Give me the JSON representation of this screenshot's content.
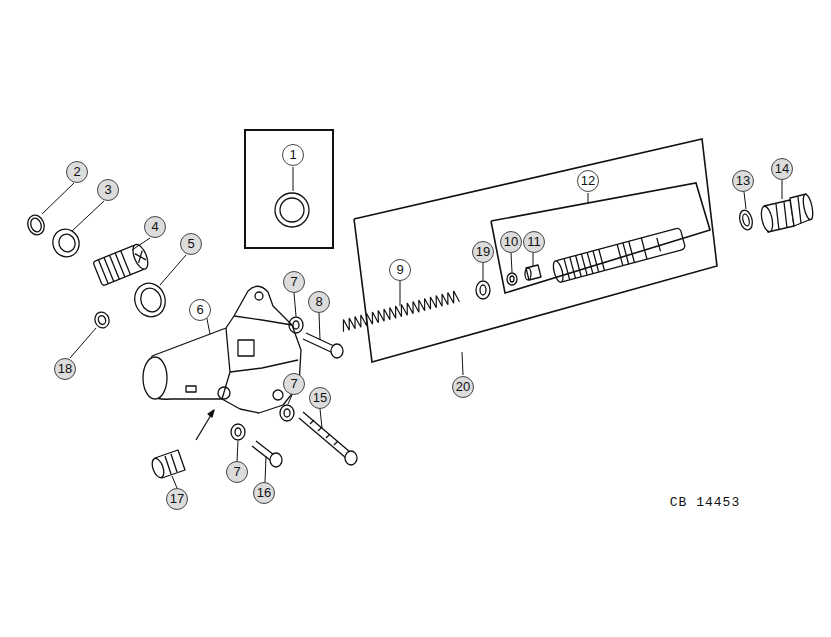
{
  "diagram": {
    "nodes": [
      {
        "text": [
          "1"
        ]
      },
      {
        "text": [
          "20"
        ]
      },
      {
        "text": [
          "12"
        ],
        "in": 1
      }
    ],
    "labels": [
      "2",
      "3",
      "4",
      "5",
      "18",
      "6",
      "7",
      "8",
      "7",
      "15",
      "7",
      "16",
      "17",
      "9",
      "19",
      "10",
      "11",
      "13",
      "14",
      "CB 14453"
    ]
  }
}
